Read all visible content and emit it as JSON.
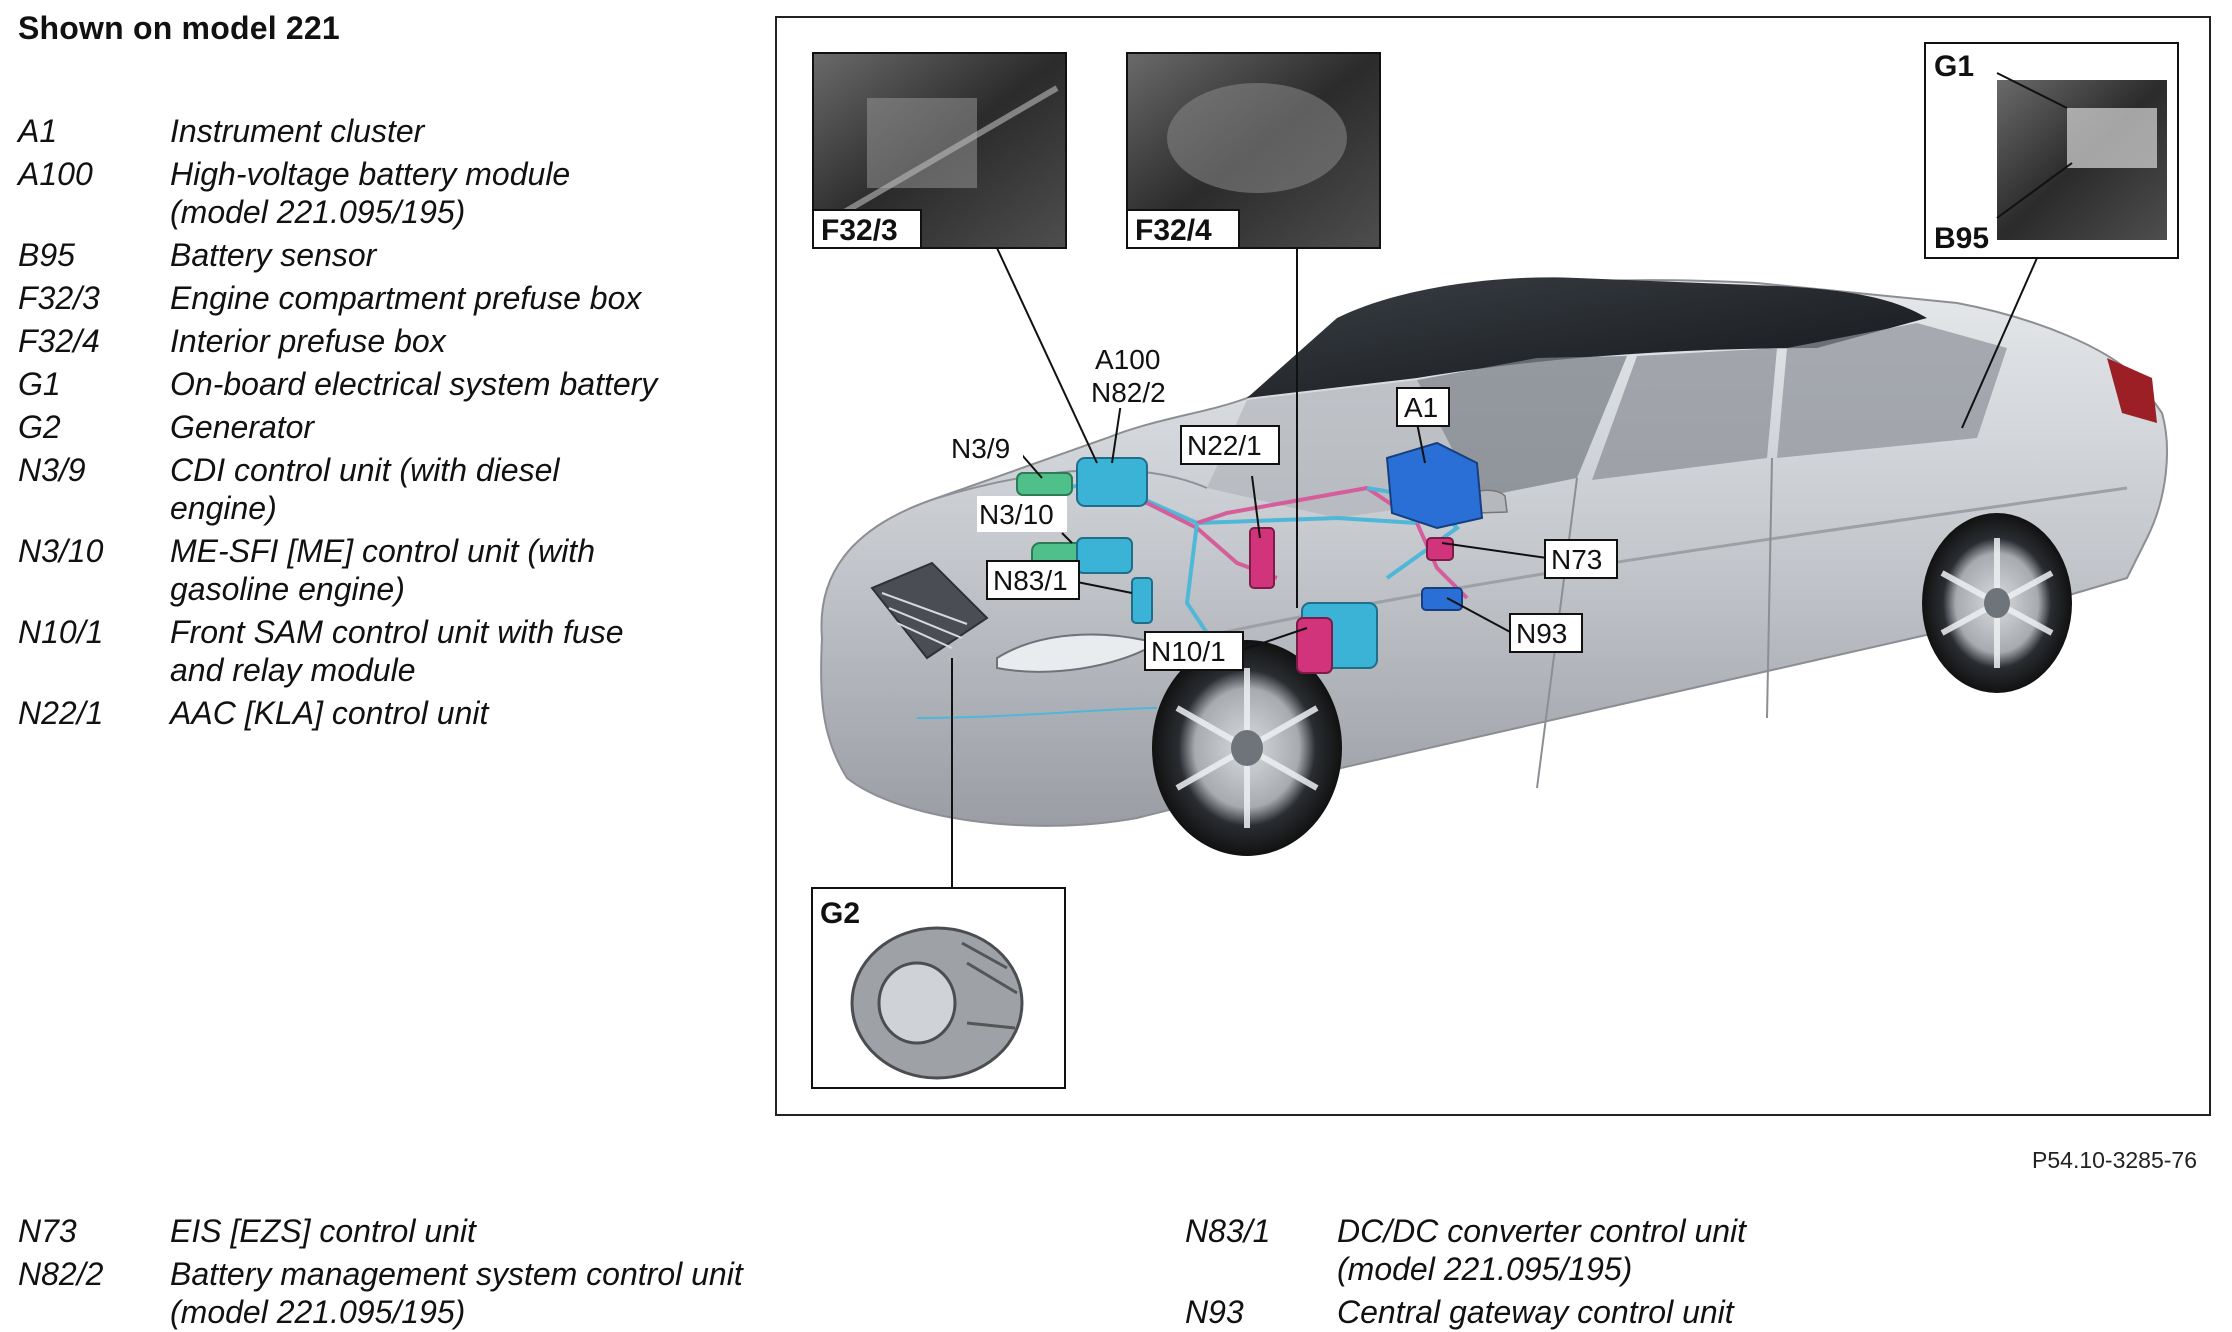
{
  "heading": "Shown on model 221",
  "legend_top": [
    {
      "code": "A1",
      "desc": [
        "Instrument cluster"
      ]
    },
    {
      "code": "A100",
      "desc": [
        "High-voltage battery module",
        "(model 221.095/195)"
      ]
    },
    {
      "code": "B95",
      "desc": [
        "Battery sensor"
      ]
    },
    {
      "code": "F32/3",
      "desc": [
        "Engine compartment prefuse box"
      ]
    },
    {
      "code": "F32/4",
      "desc": [
        "Interior prefuse box"
      ]
    },
    {
      "code": "G1",
      "desc": [
        "On-board electrical system battery"
      ]
    },
    {
      "code": "G2",
      "desc": [
        "Generator"
      ]
    },
    {
      "code": "N3/9",
      "desc": [
        "CDI control unit (with diesel",
        "engine)"
      ]
    },
    {
      "code": "N3/10",
      "desc": [
        "ME-SFI [ME] control unit (with",
        "gasoline engine)"
      ]
    },
    {
      "code": "N10/1",
      "desc": [
        "Front SAM control unit with fuse",
        "and relay module"
      ]
    },
    {
      "code": "N22/1",
      "desc": [
        "AAC [KLA] control unit"
      ]
    }
  ],
  "legend_bottom_left": [
    {
      "code": "N73",
      "desc": [
        "EIS [EZS] control unit"
      ]
    },
    {
      "code": "N82/2",
      "desc": [
        "Battery management system control unit",
        "(model 221.095/195)"
      ]
    }
  ],
  "legend_bottom_right": [
    {
      "code": "N83/1",
      "desc": [
        "DC/DC converter control unit",
        "(model 221.095/195)"
      ]
    },
    {
      "code": "N93",
      "desc": [
        "Central gateway control unit"
      ]
    }
  ],
  "callouts": {
    "f32_3": "F32/3",
    "f32_4": "F32/4",
    "g1": "G1",
    "b95": "B95",
    "g2": "G2",
    "a100": "A100",
    "n82_2": "N82/2",
    "n3_9": "N3/9",
    "n22_1": "N22/1",
    "a1": "A1",
    "n3_10": "N3/10",
    "n83_1": "N83/1",
    "n73": "N73",
    "n93": "N93",
    "n10_1": "N10/1"
  },
  "figure_id": "P54.10-3285-76",
  "colors": {
    "car_silver": "#c9ccd0",
    "roof": "#1e2226",
    "module_blue": "#2a6fd6",
    "module_cyan": "#3bb3d6",
    "module_green": "#4fc08a",
    "module_pink": "#d1347a",
    "wire_pink": "#d45d9a",
    "wire_cyan": "#4fb7d8"
  }
}
